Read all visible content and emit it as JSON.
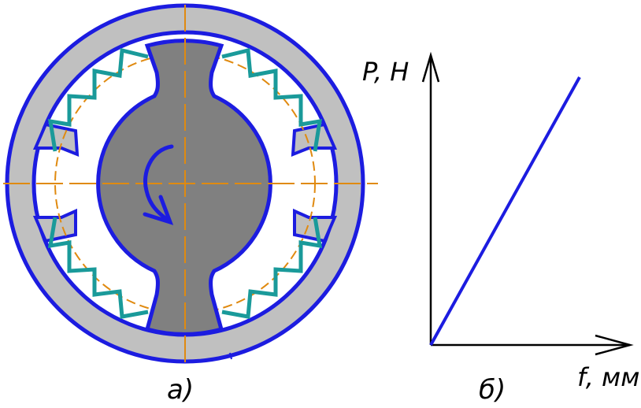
{
  "figure": {
    "label_a": "а)",
    "label_b": "б)"
  },
  "chart_data": {
    "type": "line",
    "xlabel": "f, мм",
    "ylabel": "P, Н",
    "series": [
      {
        "x": [
          0,
          1
        ],
        "y": [
          0,
          1
        ]
      }
    ]
  },
  "colors": {
    "outline": "#1c1ce0",
    "housing": "#c0c0c0",
    "rotor": "#808080",
    "spring": "#1a9a9a",
    "centerline": "#e08a10",
    "axis": "#000000",
    "graph_line": "#1c1ce0"
  }
}
